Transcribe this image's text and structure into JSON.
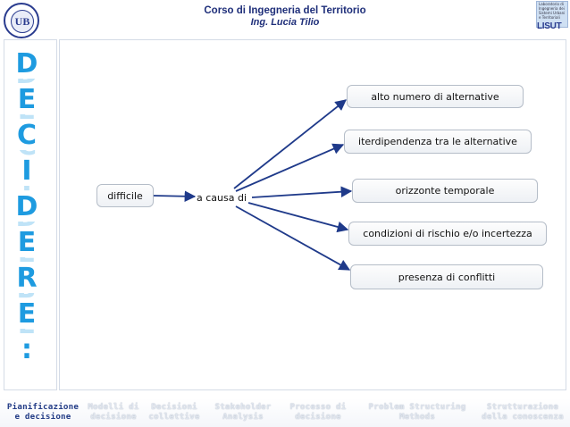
{
  "header": {
    "title": "Corso di Ingegneria del Territorio",
    "subtitle": "Ing. Lucia Tilio",
    "seal_text": "UB"
  },
  "lab_logo": {
    "lines": [
      "Laboratorio di",
      "Ingegneria dei",
      "Sistemi Urbani",
      "e Territoriali"
    ],
    "text": "LISUT"
  },
  "sidebar": {
    "letters": [
      "D",
      "E",
      "C",
      "I",
      "D",
      "E",
      "R",
      "E",
      ":"
    ]
  },
  "diagram": {
    "source": "difficile",
    "connector": "a causa di",
    "causes": [
      "alto numero di alternative",
      "iterdipendenza tra le alternative",
      "orizzonte temporale",
      "condizioni di rischio e/o incertezza",
      "presenza di conflitti"
    ],
    "line_color": "#1f3a8a"
  },
  "footer": {
    "items": [
      {
        "line1": "Pianificazione",
        "line2": "e decisione",
        "active": true
      },
      {
        "line1": "Modelli di",
        "line2": "decisione",
        "active": false
      },
      {
        "line1": "Decisioni",
        "line2": "collettive",
        "active": false
      },
      {
        "line1": "Stakeholder",
        "line2": "Analysis",
        "active": false
      },
      {
        "line1": "Processo di",
        "line2": "decisione",
        "active": false
      },
      {
        "line1": "Problem Structuring",
        "line2": "Methods",
        "active": false
      },
      {
        "line1": "Strutturazione",
        "line2": "della conoscenza",
        "active": false
      }
    ],
    "active_color": "#233c86"
  }
}
